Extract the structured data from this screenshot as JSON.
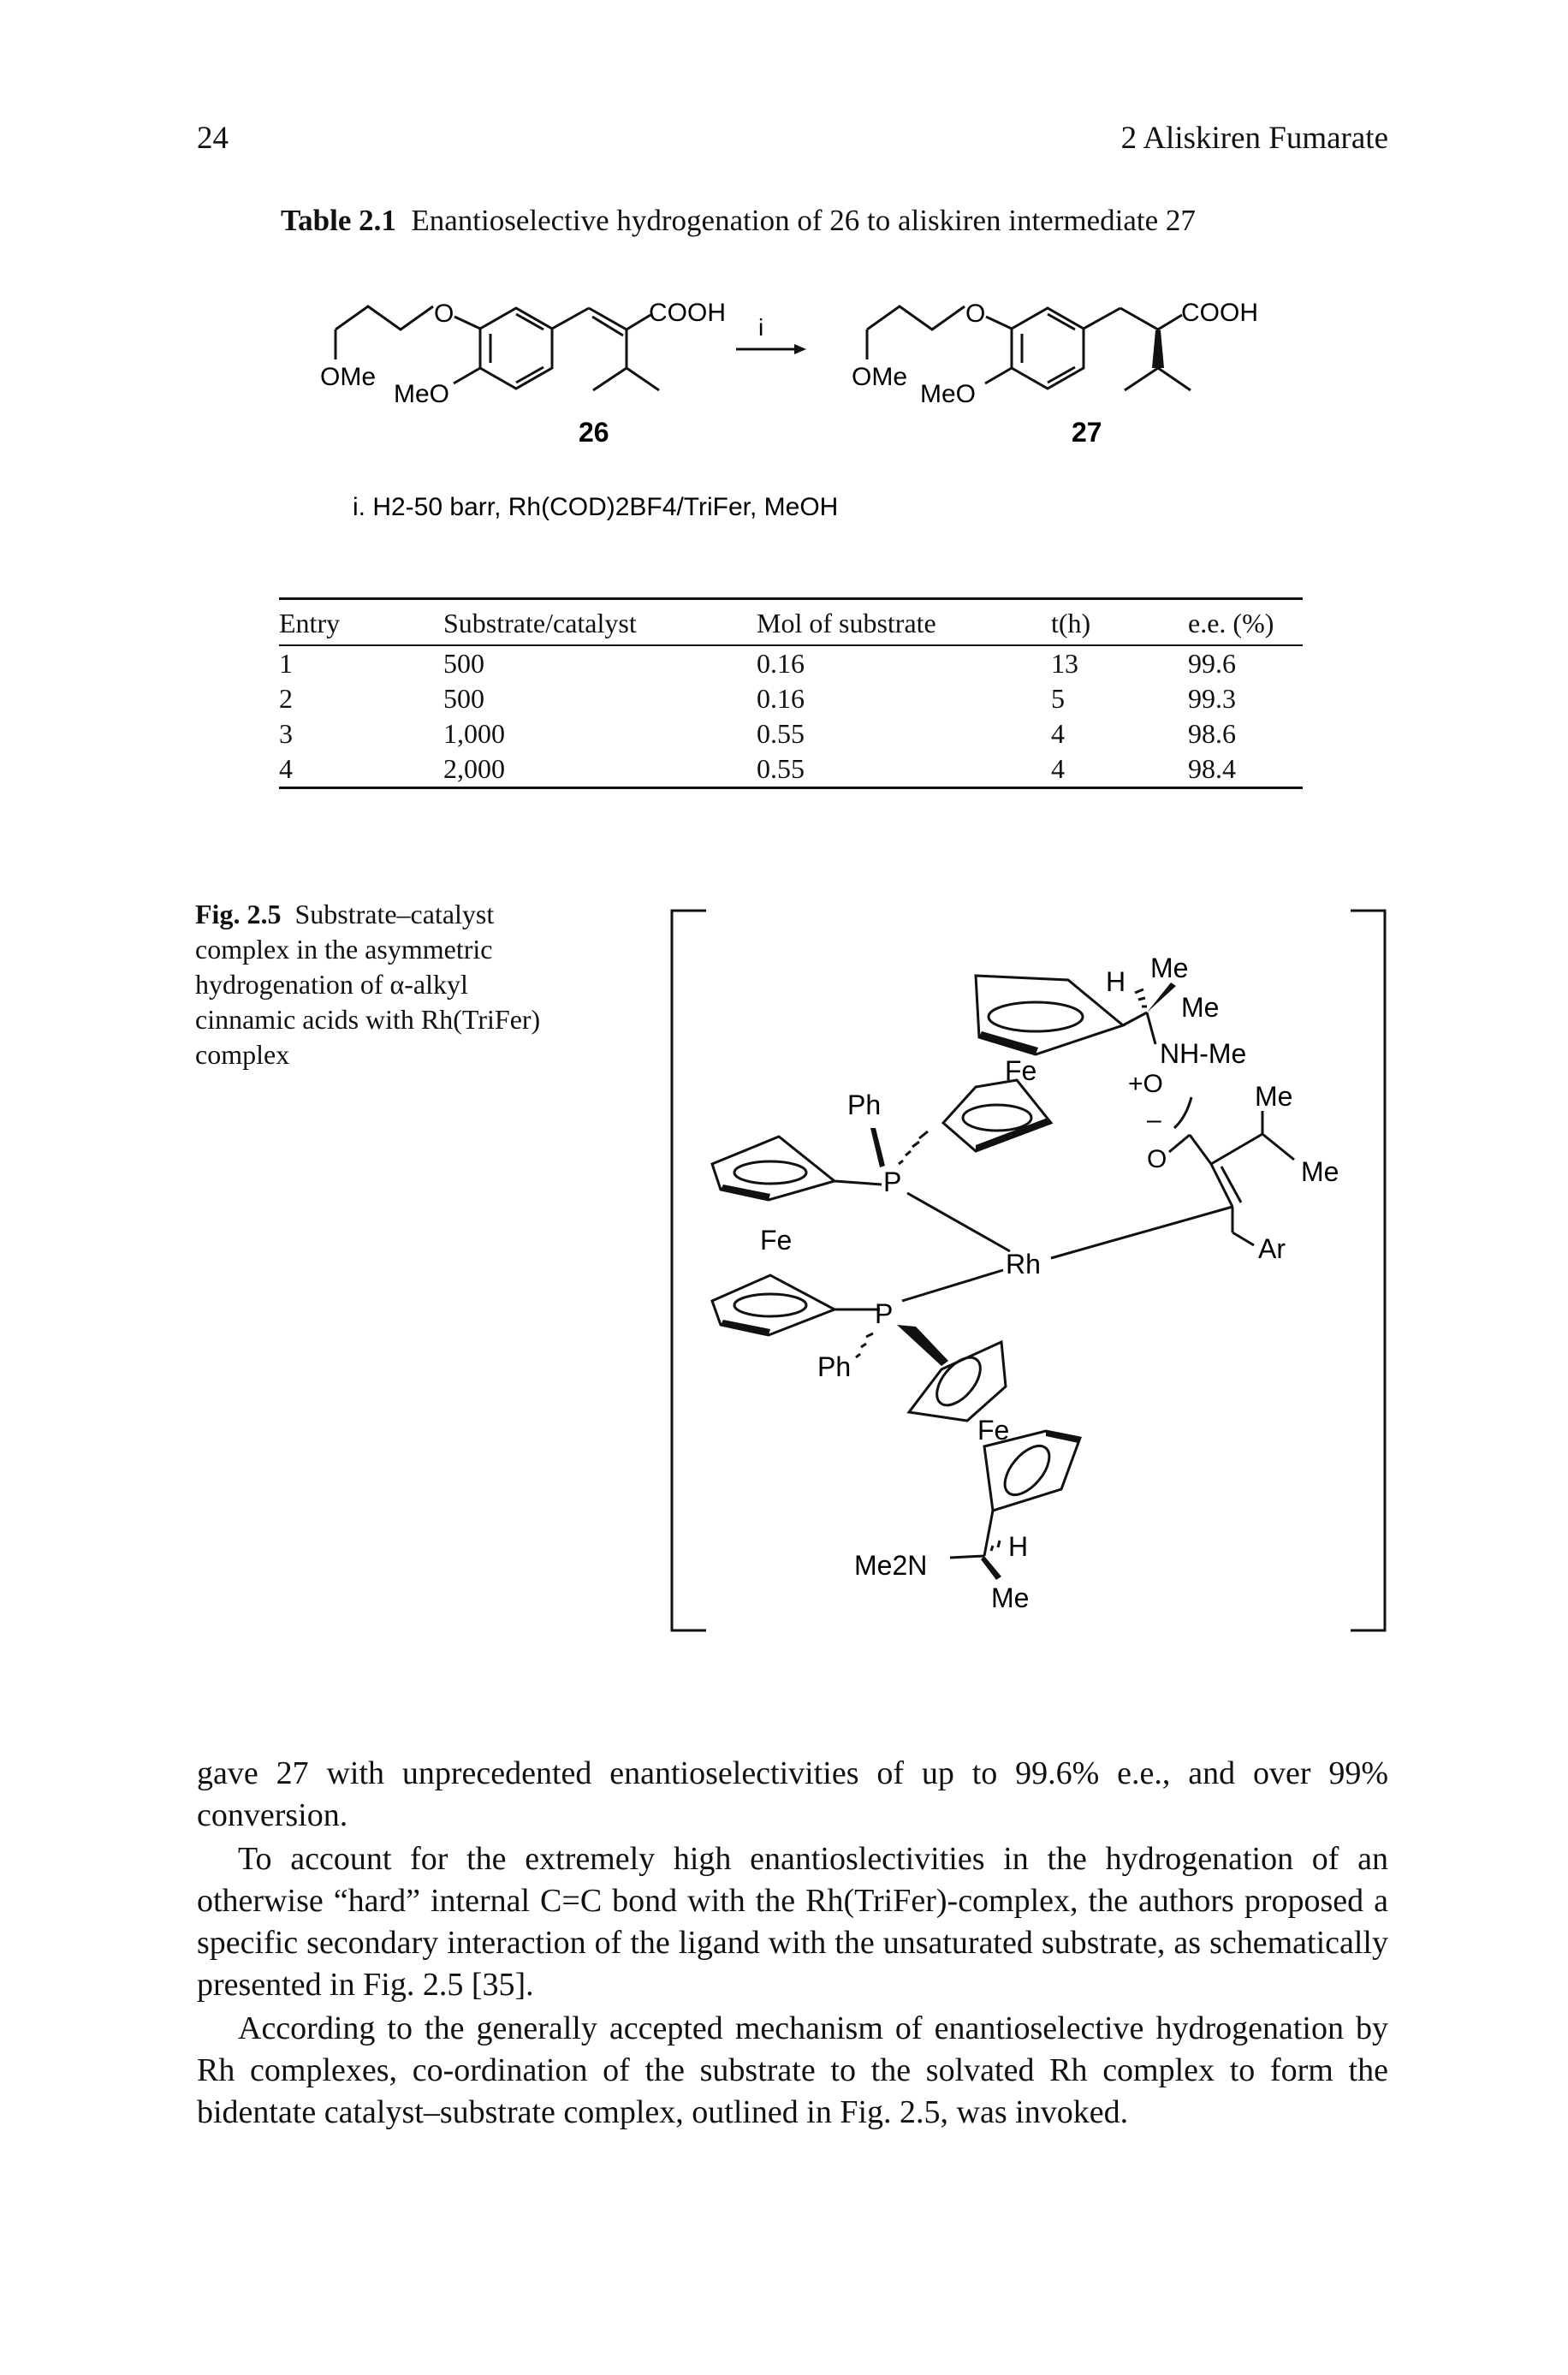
{
  "header": {
    "page_number": "24",
    "running_head": "2 Aliskiren Fumarate"
  },
  "table": {
    "caption_label": "Table 2.1",
    "caption_text": "Enantioselective hydrogenation of 26 to aliskiren intermediate 27",
    "scheme": {
      "labels": {
        "ome": "OMe",
        "meo": "MeO",
        "o": "O",
        "cooh": "COOH",
        "compound_26": "26",
        "compound_27": "27",
        "arrow_label": "i"
      },
      "conditions": "i. H2-50 barr, Rh(COD)2BF4/TriFer, MeOH"
    },
    "columns": [
      "Entry",
      "Substrate/catalyst",
      "Mol of substrate",
      "t(h)",
      "e.e. (%)"
    ],
    "rows": [
      [
        "1",
        "500",
        "0.16",
        "13",
        "99.6"
      ],
      [
        "2",
        "500",
        "0.16",
        "5",
        "99.3"
      ],
      [
        "3",
        "1,000",
        "0.55",
        "4",
        "98.6"
      ],
      [
        "4",
        "2,000",
        "0.55",
        "4",
        "98.4"
      ]
    ]
  },
  "figure": {
    "caption_label": "Fig. 2.5",
    "caption_text": "Substrate–catalyst complex in the asymmetric hydrogenation of α-alkyl cinnamic acids with Rh(TriFer) complex",
    "labels": {
      "h": "H",
      "me": "Me",
      "nh_me": "NH-Me",
      "plus_o": "+O",
      "minus": "–",
      "o": "O",
      "fe": "Fe",
      "ph": "Ph",
      "p": "P",
      "rh": "Rh",
      "ar": "Ar",
      "me2n": "Me2N"
    }
  },
  "body": {
    "paragraph_1": "gave 27 with unprecedented enantioselectivities of up to 99.6% e.e., and over 99% conversion.",
    "paragraph_2": "To account for the extremely high enantioslectivities in the hydrogenation of an otherwise “hard” internal C=C bond with the Rh(TriFer)-complex, the authors proposed a specific secondary interaction of the ligand with the unsaturated substrate, as schematically presented in Fig. 2.5 [35].",
    "paragraph_3": "According to the generally accepted mechanism of enantioselective hydrogenation by Rh complexes, co-ordination of the substrate to the solvated Rh complex to form the bidentate catalyst–substrate complex, outlined in Fig. 2.5, was invoked."
  }
}
